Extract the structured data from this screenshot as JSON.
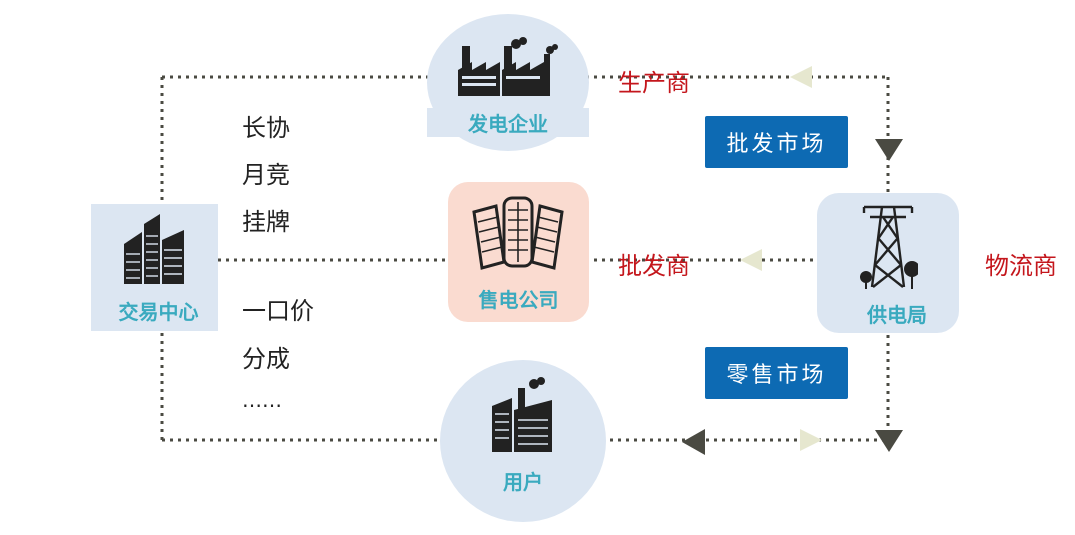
{
  "nodes": {
    "power_gen": "发电企业",
    "exchange": "交易中心",
    "retail_co": "售电公司",
    "grid": "供电局",
    "user": "用户"
  },
  "roles": {
    "producer": "生产商",
    "wholesaler": "批发商",
    "logistics": "物流商"
  },
  "markets": {
    "wholesale": "批发市场",
    "retail": "零售市场"
  },
  "trade_types": {
    "long_term": "长协",
    "monthly": "月竞",
    "listing": "挂牌",
    "fixed_price": "一口价",
    "profit_share": "分成",
    "ellipsis": "……"
  },
  "colors": {
    "node_bg": "#dce6f2",
    "retail_bg": "#fadbd0",
    "label_text": "#3aaabf",
    "role_text": "#c4161c",
    "market_bg": "#0d6ab3",
    "dark_arrow": "#4a4a42",
    "light_arrow": "#e6e7cf"
  },
  "icons": [
    "factory-icon",
    "buildings-icon",
    "office-towers-icon",
    "pylon-icon",
    "factory-icon"
  ]
}
